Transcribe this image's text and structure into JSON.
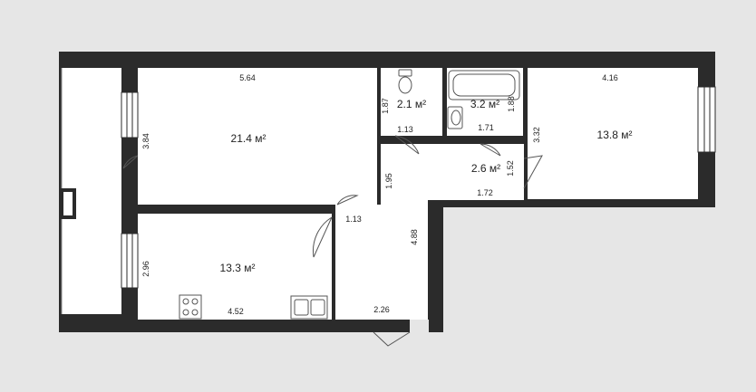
{
  "rooms": {
    "living": {
      "area": "21.4 м²",
      "width": "5.64",
      "height": "3.84"
    },
    "kitchen": {
      "area": "13.3 м²",
      "width": "4.52",
      "height": "2.96"
    },
    "bedroom": {
      "area": "13.8 м²",
      "width": "4.16",
      "height": "3.32"
    },
    "toilet": {
      "area": "2.1 м²",
      "height": "1.87",
      "width": "1.13"
    },
    "bathroom": {
      "area": "3.2 м²",
      "width": "1.71",
      "height": "1.88"
    },
    "small_hall": {
      "area": "2.6 м²",
      "width": "1.72",
      "height": "1.52"
    },
    "hallway": {
      "length": "4.88",
      "width": "2.26",
      "upper_width": "1.95",
      "door_width": "1.13"
    }
  },
  "colors": {
    "background": "#e6e6e6",
    "wall": "#2b2b2b",
    "floor": "#ffffff",
    "fixture": "#555555"
  }
}
